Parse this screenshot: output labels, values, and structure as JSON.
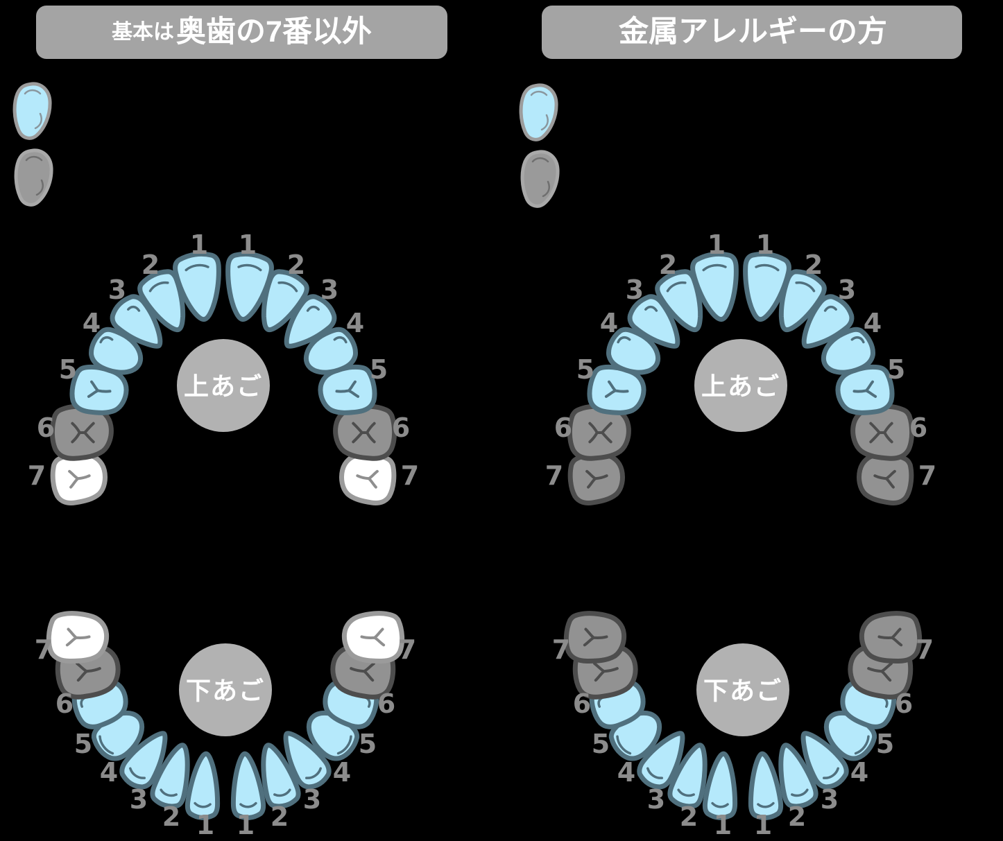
{
  "colors": {
    "background": "#000000",
    "header_bg": "#a4a4a4",
    "header_text": "#ffffff",
    "tooth_blue_fill": "#b5e9fb",
    "tooth_blue_stroke": "#50707e",
    "tooth_gray_fill": "#929292",
    "tooth_gray_stroke": "#4d4d4d",
    "tooth_white_fill": "#ffffff",
    "tooth_white_stroke": "#9b9b9b",
    "number_gray": "#8c8c8c",
    "jaw_circle_gray": "#b2b2b2",
    "jaw_label_text": "#ffffff",
    "legend_blue_stroke": "#9c9c9c",
    "legend_blue_detail": "#8a979e",
    "legend_gray_fill": "#9a9a9a",
    "legend_gray_stroke": "#a9a9a9",
    "legend_gray_detail": "#6f6f6f"
  },
  "tooth_numbers": [
    "1",
    "2",
    "3",
    "4",
    "5",
    "6",
    "7"
  ],
  "legend": {
    "items": [
      {
        "id": "blue-tooth",
        "color_key": "blue"
      },
      {
        "id": "gray-tooth",
        "color_key": "gray"
      }
    ]
  },
  "panels": [
    {
      "id": "basic",
      "header_prefix": "基本は",
      "header_title": "奥歯の7番以外",
      "arches": [
        {
          "jaw": "upper",
          "label": "上あご",
          "tooth_status": [
            "blue",
            "blue",
            "blue",
            "blue",
            "blue",
            "gray",
            "white"
          ]
        },
        {
          "jaw": "lower",
          "label": "下あご",
          "tooth_status": [
            "blue",
            "blue",
            "blue",
            "blue",
            "blue",
            "gray",
            "white"
          ]
        }
      ]
    },
    {
      "id": "allergy",
      "header_prefix": "",
      "header_title": "金属アレルギーの方",
      "arches": [
        {
          "jaw": "upper",
          "label": "上あご",
          "tooth_status": [
            "blue",
            "blue",
            "blue",
            "blue",
            "blue",
            "gray",
            "gray"
          ]
        },
        {
          "jaw": "lower",
          "label": "下あご",
          "tooth_status": [
            "blue",
            "blue",
            "blue",
            "blue",
            "blue",
            "gray",
            "gray"
          ]
        }
      ]
    }
  ]
}
